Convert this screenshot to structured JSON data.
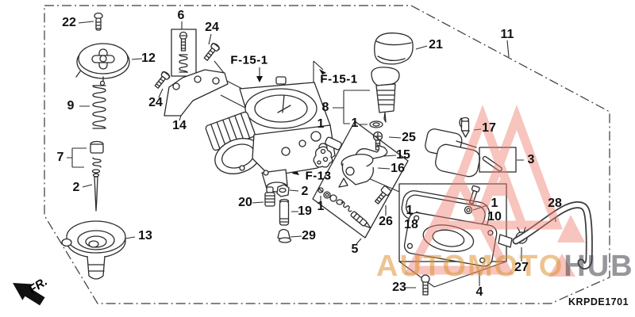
{
  "diagram": {
    "code": "KRPDE1701",
    "direction_label": "FR.",
    "watermark": {
      "brand_primary": "AUTOMOTO",
      "brand_secondary": "HUB",
      "logo": "triangle-mountains",
      "primary_color": "#de9435",
      "secondary_color": "#46464c",
      "triangle_color": "#ef7d71"
    },
    "refs": [
      "F-15-1",
      "F-15-1",
      "F-13"
    ],
    "parts": [
      "22",
      "12",
      "9",
      "7",
      "2",
      "13",
      "6",
      "24",
      "24",
      "14",
      "8",
      "1",
      "1",
      "21",
      "11",
      "17",
      "25",
      "15",
      "16",
      "2",
      "20",
      "19",
      "29",
      "1",
      "5",
      "26",
      "3",
      "28",
      "1",
      "18",
      "1",
      "10",
      "27",
      "23",
      "4"
    ]
  }
}
